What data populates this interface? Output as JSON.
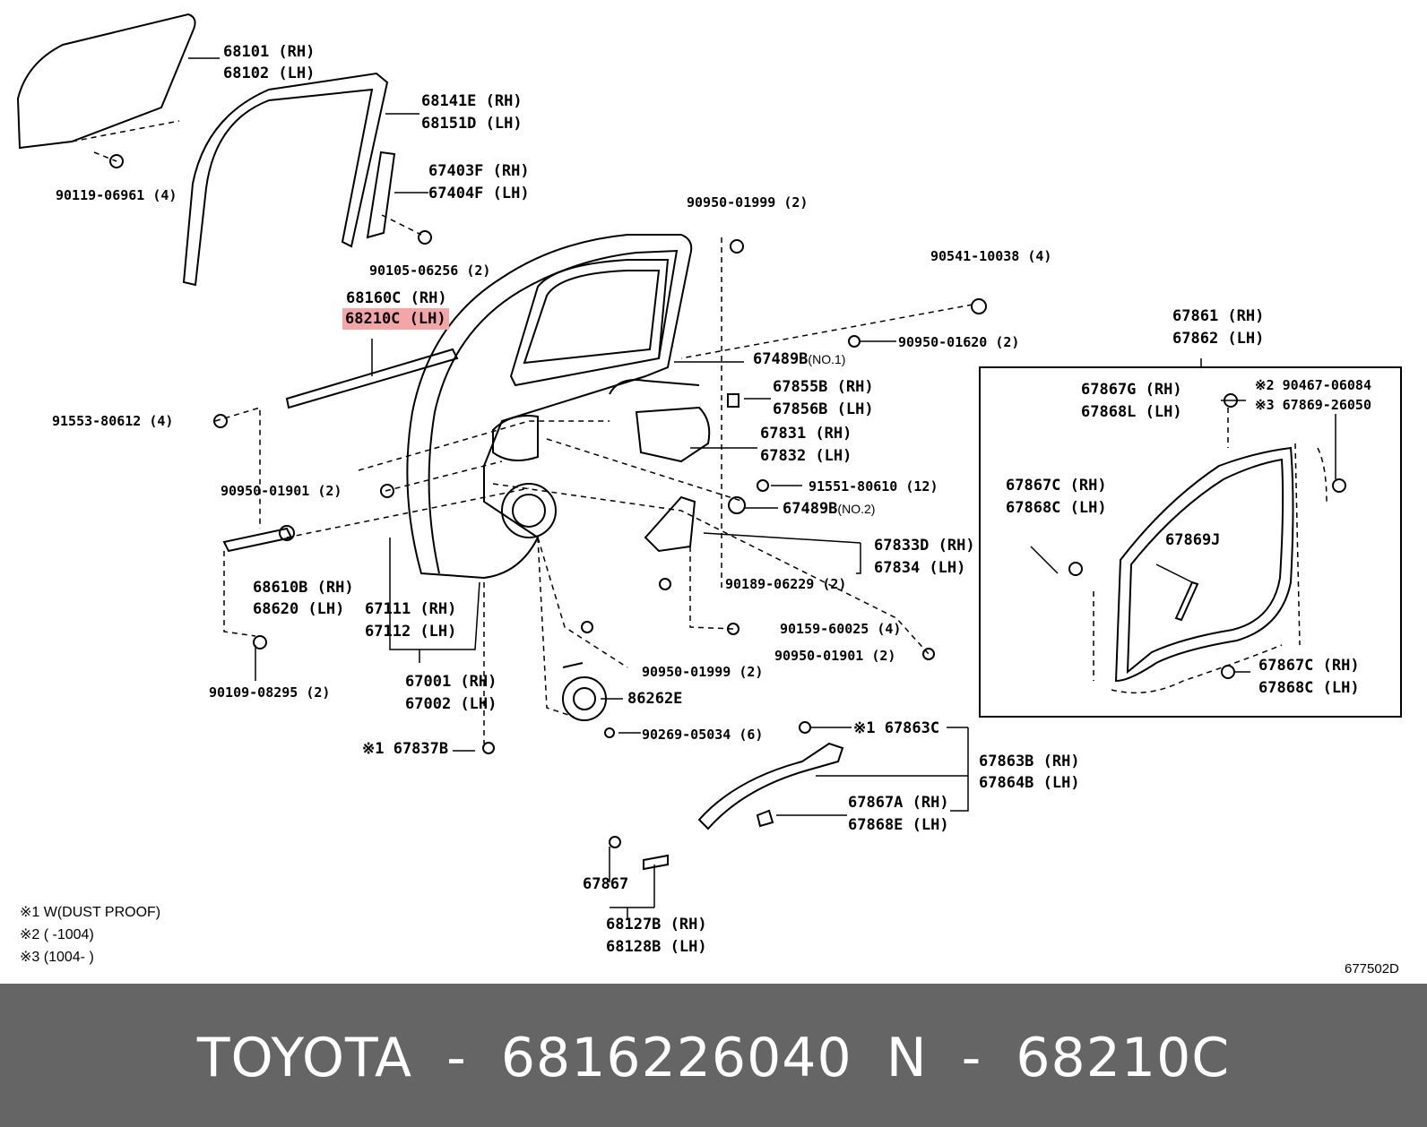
{
  "labels": {
    "p68101": "68101 (RH)",
    "p68102": "68102 (LH)",
    "p68141E": "68141E (RH)",
    "p68151D": "68151D (LH)",
    "p67403F": "67403F (RH)",
    "p67404F": "67404F (LH)",
    "p90119": "90119-06961 (4)",
    "p90105": "90105-06256 (2)",
    "p90950_01999a": "90950-01999 (2)",
    "p90541": "90541-10038 (4)",
    "p68160C": "68160C (RH)",
    "p68210C": "68210C (LH)",
    "p90950_01620": "90950-01620 (2)",
    "p67489B1": "67489B",
    "p67489B1_sub": "(NO.1)",
    "p67855B": "67855B (RH)",
    "p67856B": "67856B (LH)",
    "p67831": "67831 (RH)",
    "p67832": "67832 (LH)",
    "p91553": "91553-80612 (4)",
    "p91551": "91551-80610 (12)",
    "p90950_01901a": "90950-01901 (2)",
    "p67489B2": "67489B",
    "p67489B2_sub": "(NO.2)",
    "p67833D": "67833D (RH)",
    "p67834": "67834 (LH)",
    "p68610B": "68610B (RH)",
    "p68620": "68620 (LH)",
    "p90189": "90189-06229 (2)",
    "p67111": "67111 (RH)",
    "p67112": "67112 (LH)",
    "p90159": "90159-60025 (4)",
    "p90950_01901b": "90950-01901 (2)",
    "p67001": "67001 (RH)",
    "p67002": "67002 (LH)",
    "p90950_01999b": "90950-01999 (2)",
    "p90109": "90109-08295 (2)",
    "p86262E": "86262E",
    "p90269": "90269-05034 (6)",
    "p67837B": "※1 67837B",
    "p67863C": "※1 67863C",
    "p67863B": "67863B (RH)",
    "p67864B": "67864B (LH)",
    "p67867A": "67867A (RH)",
    "p67868E": "67868E (LH)",
    "p67867": "67867",
    "p68127B": "68127B (RH)",
    "p68128B": "68128B (LH)",
    "p67861": "67861 (RH)",
    "p67862": "67862 (LH)",
    "p67867G": "67867G (RH)",
    "p67868L": "67868L (LH)",
    "p90467": "※2 90467-06084",
    "p67869_26050": "※3 67869-26050",
    "p67867C_a": "67867C (RH)",
    "p67868C_a": "67868C (LH)",
    "p67869J": "67869J",
    "p67867C_b": "67867C (RH)",
    "p67868C_b": "67868C (LH)"
  },
  "notes": {
    "n1": "※1  W(DUST PROOF)",
    "n2": "※2  (     -1004)",
    "n3": "※3  (1004-     )"
  },
  "diagram_code": "677502D",
  "footer": {
    "text": "TOYOTA - 6816226040     N - 68210C",
    "highlight_color": "#f4a6a6",
    "bar_color": "#656565"
  }
}
